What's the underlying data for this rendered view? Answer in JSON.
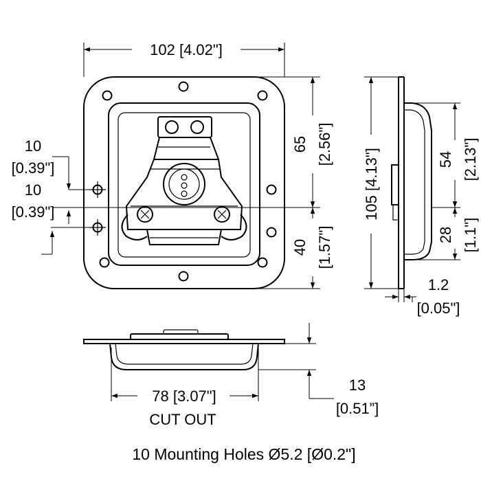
{
  "dimensions": {
    "front_width": "102 [4.02\"]",
    "upper_height_mm": "65",
    "upper_height_in": "[2.56\"]",
    "lower_height_mm": "40",
    "lower_height_in": "[1.57\"]",
    "left_top_mm": "10",
    "left_top_in": "[0.39\"]",
    "left_bottom_mm": "10",
    "left_bottom_in": "[0.39\"]",
    "side_total": "105 [4.13\"]",
    "side_upper_mm": "54",
    "side_upper_in": "[2.13\"]",
    "side_lower_mm": "28",
    "side_lower_in": "[1.1\"]",
    "flange_mm": "1.2",
    "flange_in": "[0.05\"]",
    "cutout_width": "78 [3.07\"]",
    "cutout_label": "CUT OUT",
    "depth_mm": "13",
    "depth_in": "[0.51”]"
  },
  "caption": "10 Mounting Holes Ø5.2 [Ø0.2\"]"
}
